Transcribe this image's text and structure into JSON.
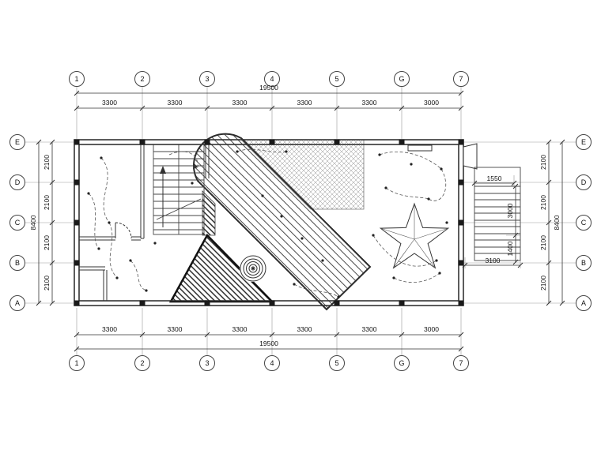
{
  "axes": {
    "cols": [
      "1",
      "2",
      "3",
      "4",
      "5",
      "G",
      "7"
    ],
    "rows": [
      "E",
      "D",
      "C",
      "B",
      "A"
    ]
  },
  "dims": {
    "col_total": "19500",
    "col_segments": [
      "3300",
      "3300",
      "3300",
      "3300",
      "3300",
      "3000"
    ],
    "row_total": "8400",
    "row_segments": [
      "2100",
      "2100",
      "2100",
      "2100"
    ],
    "stair_width": "1550",
    "stair_rise": "3000",
    "stair_landing": "1400",
    "stair_total": "3100"
  },
  "colors": {
    "line": "#333333",
    "dark_hatch": "#111111",
    "background": "#ffffff"
  }
}
